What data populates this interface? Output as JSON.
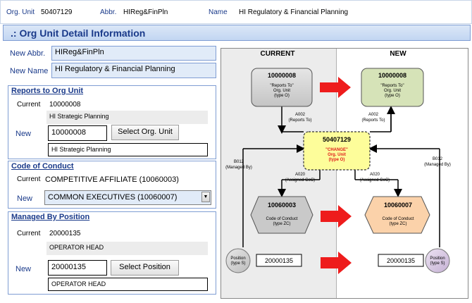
{
  "header": {
    "org_unit_label": "Org. Unit",
    "org_unit_value": "50407129",
    "abbr_label": "Abbr.",
    "abbr_value": "HIReg&FinPln",
    "name_label": "Name",
    "name_value": "HI Regulatory & Financial Planning"
  },
  "section_title": ".: Org Unit Detail Information",
  "form": {
    "new_abbr_label": "New Abbr.",
    "new_abbr_value": "HIReg&FinPln",
    "new_name_label": "New Name",
    "new_name_value": "HI Regulatory & Financial Planning",
    "reports_to": {
      "title": "Reports to Org Unit",
      "current_label": "Current",
      "current_id": "10000008",
      "current_name": "HI Strategic Planning",
      "new_label": "New",
      "new_id": "10000008",
      "select_button": "Select Org. Unit",
      "new_name": "HI Strategic Planning"
    },
    "code_of_conduct": {
      "title": "Code of Conduct",
      "current_label": "Current",
      "current_value": "COMPETITIVE AFFILIATE (10060003)",
      "new_label": "New",
      "new_value": "COMMON EXECUTIVES (10060007)"
    },
    "managed_by": {
      "title": "Managed By Position",
      "current_label": "Current",
      "current_id": "20000135",
      "current_name": "OPERATOR HEAD",
      "new_label": "New",
      "new_id": "20000135",
      "select_button": "Select Position",
      "new_name": "OPERATOR HEAD"
    }
  },
  "diagram": {
    "col_current": "CURRENT",
    "col_new": "NEW",
    "cur_org_id": "10000008",
    "cur_org_l1": "\"Reports To\"",
    "cur_org_l2": "Org. Unit",
    "cur_org_l3": "(type O)",
    "new_org_id": "10000008",
    "new_org_l1": "\"Reports To\"",
    "new_org_l2": "Org. Unit",
    "new_org_l3": "(type O)",
    "rel_a002_l": "A002",
    "rel_a002_l2": "(Reports To)",
    "rel_a002_r": "A002",
    "rel_a002_r2": "(Reports To)",
    "center_id": "50407129",
    "center_l1": "\"CHANGE\"",
    "center_l2": "Org. Unit",
    "center_l3": "(type O)",
    "rel_b012_l": "B012",
    "rel_b012_l2": "(Managed By)",
    "rel_b012_r": "B012",
    "rel_b012_r2": "(Managed By)",
    "rel_a020_l": "A020",
    "rel_a020_l2": "(Assigned CoC)",
    "rel_a020_r": "A020",
    "rel_a020_r2": "(Assigned CoC)",
    "cur_coc_id": "10060003",
    "cur_coc_l1": "Code of Conduct",
    "cur_coc_l2": "(type ZC)",
    "new_coc_id": "10060007",
    "new_coc_l1": "Code of Conduct",
    "new_coc_l2": "(type ZC)",
    "pos_l1": "Position",
    "pos_l2": "(type S)",
    "pos_r1": "Position",
    "pos_r2": "(type S)",
    "cur_pos_id": "20000135",
    "new_pos_id": "20000135"
  },
  "colors": {
    "label_blue": "#1a3a8a",
    "arrow_red": "#ee1c1c",
    "center_yellow": "#fdfd9a",
    "new_org_green": "#d6e3b8",
    "new_coc_orange": "#fbd2aa"
  },
  "icons": [
    "dropdown-arrow-icon",
    "red-arrow-icon"
  ]
}
